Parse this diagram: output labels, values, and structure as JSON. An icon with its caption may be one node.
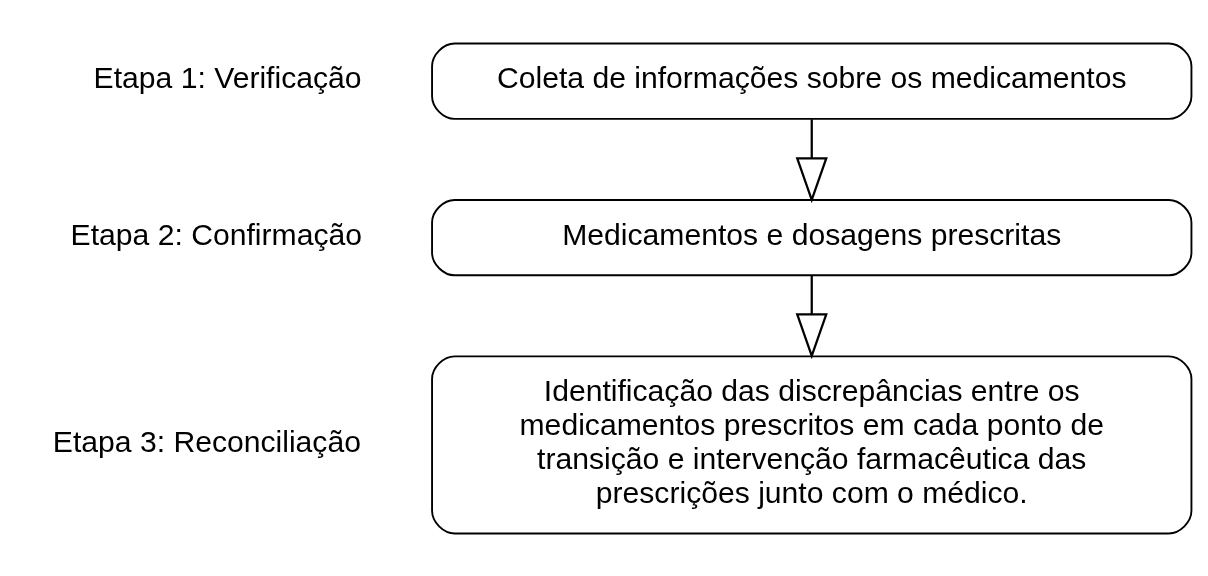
{
  "diagram": {
    "nodes": [
      {
        "text": [
          "Coleta de informações sobre os medicamentos"
        ],
        "beside": [
          "Etapa 1: Verificação"
        ]
      },
      {
        "text": [
          "Medicamentos e dosagens prescritas"
        ],
        "beside": [
          "Etapa 2: Confirmação"
        ]
      },
      {
        "text": [
          "Identificação das discrepâncias entre os medicamentos prescritos em cada ponto de transição e intervenção farmacêutica das prescrições junto com o médico."
        ],
        "beside": [
          "Etapa 3: Reconciliação"
        ]
      }
    ],
    "edges": [
      {
        "from": 0,
        "to": 1,
        "arrow": "to"
      },
      {
        "from": 1,
        "to": 2,
        "arrow": "to"
      }
    ]
  }
}
